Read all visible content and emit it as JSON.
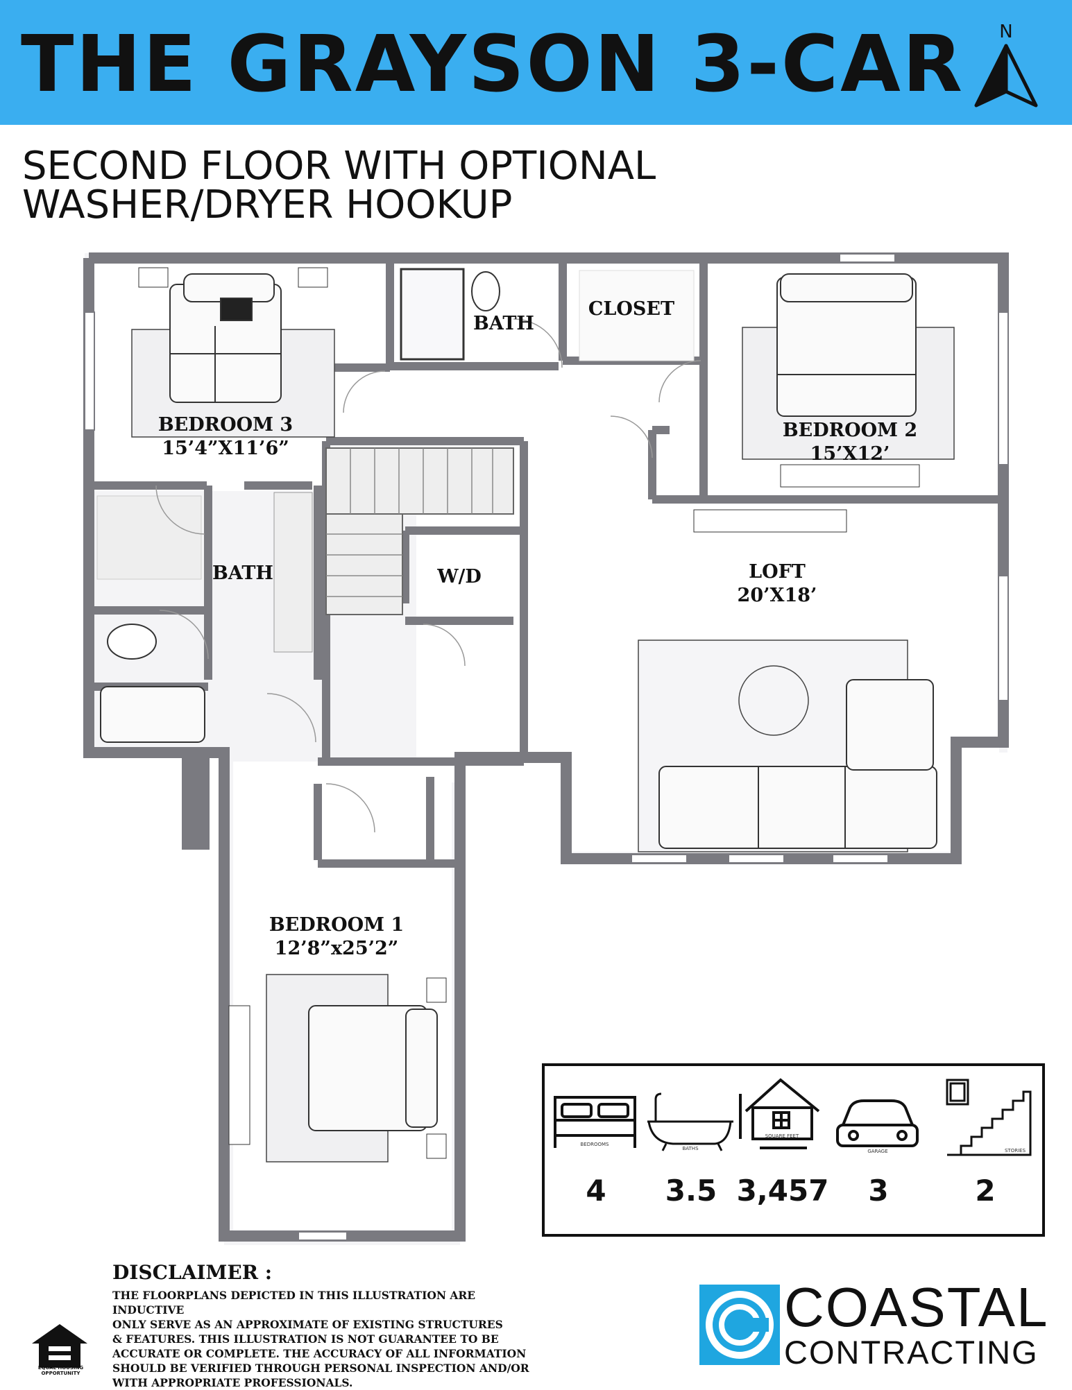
{
  "header": {
    "title": "THE GRAYSON 3-CAR",
    "compass_label": "N"
  },
  "subtitle": {
    "line1": "SECOND FLOOR WITH OPTIONAL",
    "line2": "WASHER/DRYER HOOKUP"
  },
  "rooms": {
    "bedroom3": {
      "name": "BEDROOM 3",
      "dims": "15’4”X11’6”"
    },
    "bath_top": {
      "name": "BATH"
    },
    "closet": {
      "name": "CLOSET"
    },
    "bedroom2": {
      "name": "BEDROOM 2",
      "dims": "15’X12’"
    },
    "bath_left": {
      "name": "BATH"
    },
    "wd": {
      "name": "W/D"
    },
    "loft": {
      "name": "LOFT",
      "dims": "20’X18’"
    },
    "bedroom1": {
      "name": "BEDROOM 1",
      "dims": "12’8”x25’2”"
    }
  },
  "stats": [
    {
      "icon": "bed-icon",
      "caption": "BEDROOMS",
      "value": "4"
    },
    {
      "icon": "bathtub-icon",
      "caption": "BATHS",
      "value": "3.5"
    },
    {
      "icon": "house-icon",
      "caption": "SQUARE FEET",
      "value": "3,457"
    },
    {
      "icon": "car-icon",
      "caption": "GARAGE",
      "value": "3"
    },
    {
      "icon": "stairs-icon",
      "caption": "STORIES",
      "value": "2"
    }
  ],
  "disclaimer": {
    "title": "DISCLAIMER :",
    "line1": "THE FLOORPLANS DEPICTED IN THIS ILLUSTRATION ARE INDUCTIVE",
    "line2": "ONLY SERVE AS AN APPROXIMATE OF EXISTING STRUCTURES",
    "line3": "& FEATURES. THIS ILLUSTRATION IS NOT GUARANTEE TO BE",
    "line4": "ACCURATE OR COMPLETE. THE ACCURACY OF ALL INFORMATION",
    "line5": "SHOULD BE VERIFIED THROUGH PERSONAL  INSPECTION AND/OR",
    "line6": "WITH APPROPRIATE PROFESSIONALS."
  },
  "equal_housing": {
    "caption_line1": "EQUAL HOUSING",
    "caption_line2": "OPPORTUNITY"
  },
  "brand": {
    "name_top": "COASTAL",
    "name_bottom": "CONTRACTING",
    "color": "#1fa6e0"
  },
  "colors": {
    "banner": "#3aaef0",
    "wall": "#7a7a80"
  }
}
